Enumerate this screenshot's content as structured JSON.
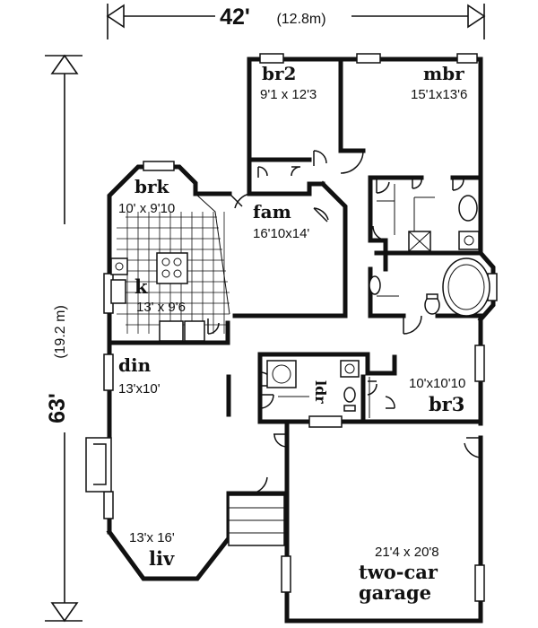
{
  "dimensions": {
    "width_ft": "42'",
    "width_m": "(12.8m)",
    "depth_ft": "63'",
    "depth_m": "(19.2 m)"
  },
  "rooms": {
    "br2": {
      "name": "br2",
      "size": "9'1 x 12'3"
    },
    "mbr": {
      "name": "mbr",
      "size": "15'1x13'6"
    },
    "brk": {
      "name": "brk",
      "size": "10' x 9'10"
    },
    "fam": {
      "name": "fam",
      "size": "16'10x14'"
    },
    "k": {
      "name": "k",
      "size": "13' x 9'6"
    },
    "din": {
      "name": "din",
      "size": "13'x10'"
    },
    "ldr": {
      "name": "ldr"
    },
    "br3": {
      "name": "br3",
      "size": "10'x10'10"
    },
    "liv": {
      "name": "liv",
      "size": "13'x 16'"
    },
    "garage": {
      "name_line1": "two-car",
      "name_line2": "garage",
      "size": "21'4 x 20'8"
    }
  }
}
